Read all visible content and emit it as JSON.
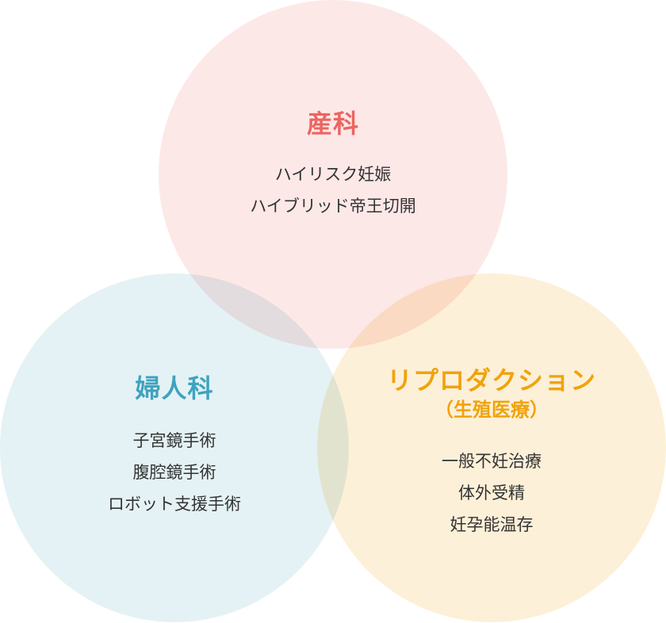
{
  "colors": {
    "obstetrics": "#ec6560",
    "gynecology": "#3ea3be",
    "reproduction": "#f0a30a",
    "obstetrics_bg": "#fde8e8",
    "gynecology_bg": "#e4f2f5",
    "reproduction_bg": "#fdf0d8"
  },
  "obstetrics": {
    "title": "産科",
    "items": [
      "ハイリスク妊娠",
      "ハイブリッド帝王切開"
    ]
  },
  "gynecology": {
    "title": "婦人科",
    "items": [
      "子宮鏡手術",
      "腹腔鏡手術",
      "ロボット支援手術"
    ]
  },
  "reproduction": {
    "title": "リプロダクション",
    "subtitle": "（生殖医療）",
    "items": [
      "一般不妊治療",
      "体外受精",
      "妊孕能温存"
    ]
  }
}
